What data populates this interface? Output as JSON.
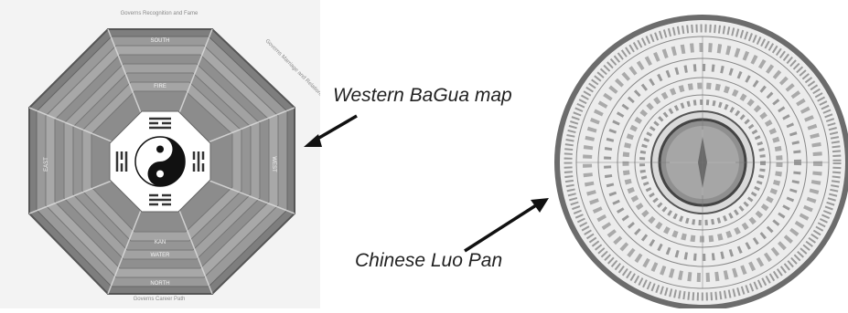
{
  "captions": {
    "western": "Western BaGua map",
    "chinese": "Chinese Luo Pan"
  },
  "bagua": {
    "outer_labels": {
      "top": "Governs Recognition and Fame",
      "top_right": "Governs Marriage and Relationships",
      "bottom": "Governs Career Path"
    },
    "directions": {
      "south": "SOUTH",
      "north": "NORTH",
      "east": "EAST",
      "west": "WEST"
    },
    "elements": {
      "top": "FIRE",
      "bottom": "WATER",
      "bottom_kan": "KAN"
    }
  },
  "colors": {
    "background": "#ffffff",
    "bagua_band_dark": "#8a8a8a",
    "bagua_band_light": "#b9b9b9",
    "compass_face": "#e9e9e9",
    "compass_rim": "#6d6d6d",
    "caption_text": "#222222"
  }
}
